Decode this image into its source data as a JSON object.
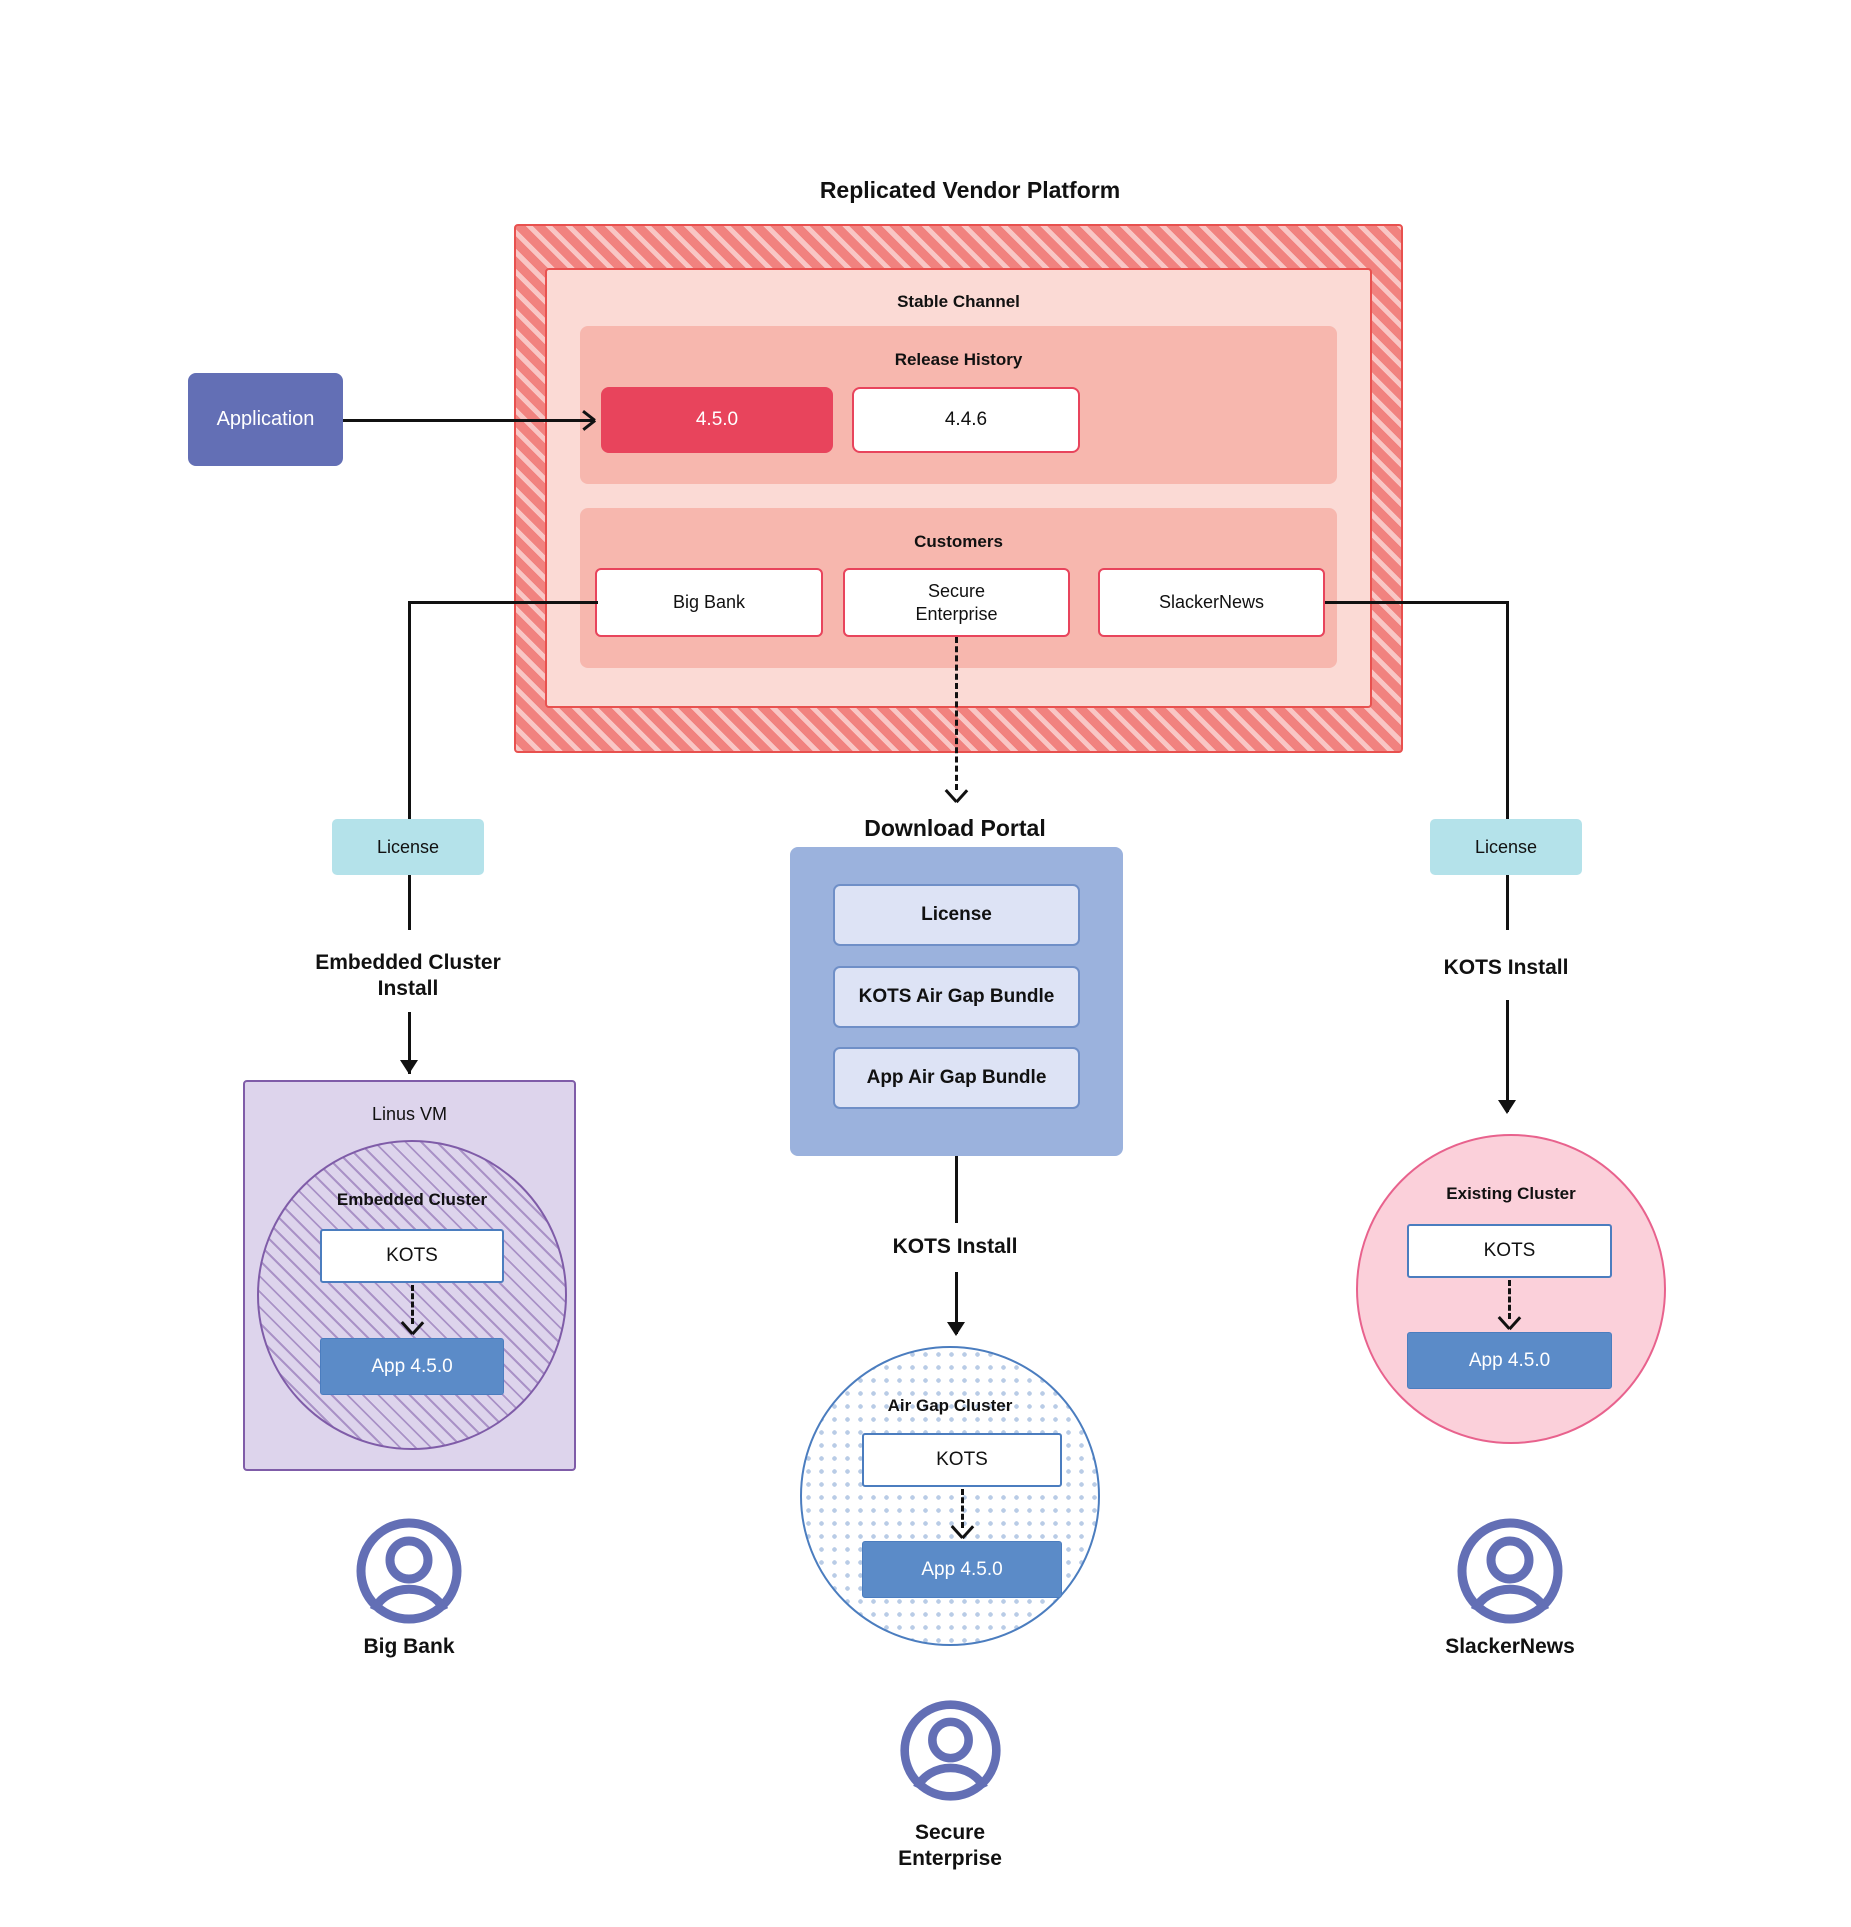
{
  "diagram": {
    "title": "Replicated Vendor Platform",
    "application": {
      "label": "Application"
    },
    "vendor_platform": {
      "title": "Replicated Vendor Platform",
      "channel": {
        "title": "Stable Channel"
      },
      "release_history": {
        "title": "Release History",
        "releases": [
          {
            "version": "4.5.0",
            "state": "current"
          },
          {
            "version": "4.4.6",
            "state": "previous"
          }
        ]
      },
      "customers": {
        "title": "Customers",
        "items": [
          {
            "name": "Big Bank"
          },
          {
            "name": "Secure\nEnterprise"
          },
          {
            "name": "SlackerNews"
          }
        ]
      }
    },
    "download_portal": {
      "title": "Download  Portal",
      "artifacts": [
        {
          "label": "License"
        },
        {
          "label": "KOTS Air Gap Bundle"
        },
        {
          "label": "App Air Gap Bundle"
        }
      ]
    },
    "branches": {
      "left": {
        "license_label": "License",
        "install_label": "Embedded Cluster\nInstall",
        "host": {
          "title": "Linus VM"
        },
        "cluster": {
          "title": "Embedded Cluster"
        },
        "kots": {
          "label": "KOTS"
        },
        "app": {
          "label": "App 4.5.0"
        },
        "customer": {
          "name": "Big Bank"
        }
      },
      "center": {
        "install_label": "KOTS Install",
        "cluster": {
          "title": "Air Gap Cluster"
        },
        "kots": {
          "label": "KOTS"
        },
        "app": {
          "label": "App 4.5.0"
        },
        "customer": {
          "name": "Secure\nEnterprise"
        }
      },
      "right": {
        "license_label": "License",
        "install_label": "KOTS Install",
        "cluster": {
          "title": "Existing Cluster"
        },
        "kots": {
          "label": "KOTS"
        },
        "app": {
          "label": "App 4.5.0"
        },
        "customer": {
          "name": "SlackerNews"
        }
      }
    },
    "icons": {
      "avatar": "user-avatar-icon",
      "arrow_down": "arrow-down-icon",
      "arrow_right": "arrow-right-icon",
      "chevron_down": "chevron-down-icon"
    },
    "colors": {
      "vendor_hatch": "#f1827f",
      "vendor_border": "#e8514f",
      "stable_channel_bg": "#fbdad5",
      "inner_band_bg": "#f7b7ae",
      "release_current_bg": "#e8445c",
      "application_bg": "#636fb5",
      "license_bg": "#b4e2ea",
      "portal_bg": "#9bb2dd",
      "portal_item_bg": "#dde3f5",
      "vm_bg": "#ddd4ec",
      "vm_border": "#7f5ca8",
      "existing_cluster_bg": "#fbd0da",
      "existing_cluster_border": "#e8628d",
      "airgap_border": "#4b7dbf",
      "kots_border": "#4b7dbf",
      "app_bg": "#5b8bc8",
      "avatar": "#636fb5",
      "connector": "#111111"
    }
  }
}
